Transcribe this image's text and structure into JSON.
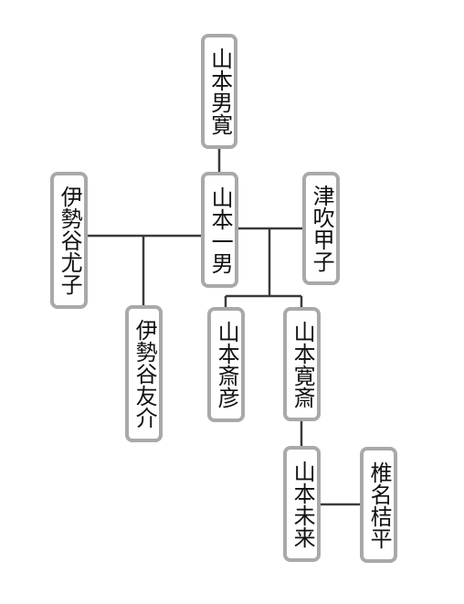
{
  "family_tree": {
    "people": [
      {
        "id": "yamamoto-danhiro",
        "name": "山本男寛"
      },
      {
        "id": "yamamoto-kazuo",
        "name": "山本一男"
      },
      {
        "id": "ise-yuko",
        "name": "伊勢谷尤子"
      },
      {
        "id": "tsubuki-koko",
        "name": "津吹甲子"
      },
      {
        "id": "ise-yusuke",
        "name": "伊勢谷友介"
      },
      {
        "id": "yamamoto-saihiko",
        "name": "山本斎彦"
      },
      {
        "id": "yamamoto-hirosai",
        "name": "山本寛斎"
      },
      {
        "id": "yamamoto-mirai",
        "name": "山本未来"
      },
      {
        "id": "shiina-kippei",
        "name": "椎名桔平"
      }
    ],
    "relations": {
      "parent_child": [
        {
          "parent": "yamamoto-danhiro",
          "child": "yamamoto-kazuo"
        },
        {
          "parents": [
            "yamamoto-kazuo",
            "ise-yuko"
          ],
          "child": "ise-yusuke"
        },
        {
          "parents": [
            "yamamoto-kazuo",
            "tsubuki-koko"
          ],
          "child": "yamamoto-saihiko"
        },
        {
          "parents": [
            "yamamoto-kazuo",
            "tsubuki-koko"
          ],
          "child": "yamamoto-hirosai"
        },
        {
          "parent": "yamamoto-hirosai",
          "child": "yamamoto-mirai"
        }
      ],
      "partners": [
        [
          "yamamoto-kazuo",
          "ise-yuko"
        ],
        [
          "yamamoto-kazuo",
          "tsubuki-koko"
        ],
        [
          "yamamoto-mirai",
          "shiina-kippei"
        ]
      ]
    }
  }
}
